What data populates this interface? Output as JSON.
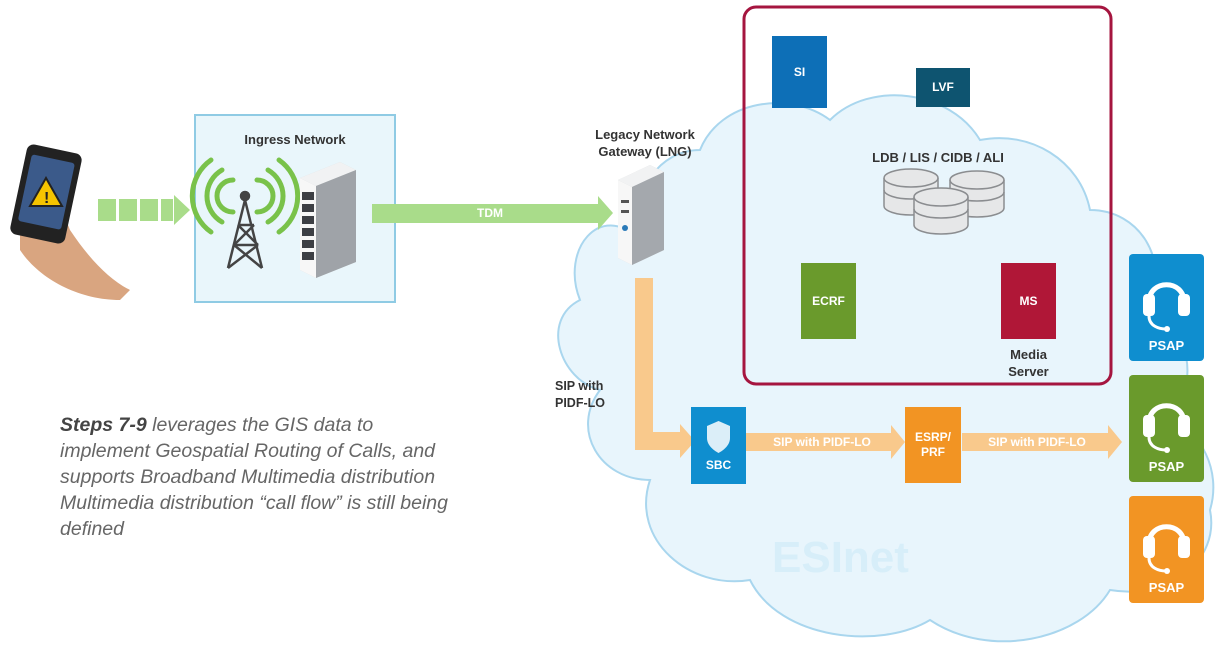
{
  "ingress": {
    "title": "Ingress Network"
  },
  "lng": {
    "title_line1": "Legacy Network",
    "title_line2": "Gateway (LNG)"
  },
  "flows": {
    "tdm": "TDM",
    "sip_line1": "SIP with",
    "sip_line2": "PIDF-LO",
    "sbc_to_esrp": "SIP with PIDF-LO",
    "esrp_to_psap": "SIP with PIDF-LO"
  },
  "nodes": {
    "si": "SI",
    "lvf": "LVF",
    "db": "LDB / LIS / CIDB / ALI",
    "ecrf": "ECRF",
    "ms": "MS",
    "media_server_line1": "Media",
    "media_server_line2": "Server",
    "sbc": "SBC",
    "esrp_line1": "ESRP/",
    "esrp_line2": "PRF"
  },
  "psaps": [
    {
      "label": "PSAP",
      "color": "#0f8ecf"
    },
    {
      "label": "PSAP",
      "color": "#6a9a2c"
    },
    {
      "label": "PSAP",
      "color": "#f29423"
    }
  ],
  "network_name": "ESInet",
  "note": {
    "bold": "Steps 7-9",
    "text": " leverages the GIS data to implement Geospatial Routing of Calls, and supports Broadband Multimedia distribution Multimedia distribution “call flow” is still being defined"
  },
  "colors": {
    "si": "#0d6fb7",
    "lvf": "#0e5470",
    "ecrf": "#6a9a2c",
    "ms": "#b01737",
    "sbc": "#0f8ecf",
    "esrp": "#f29423",
    "tdm_arrow": "#a9dc8a",
    "sip_arrow": "#f9c98c",
    "frame": "#a5153f",
    "cloud": "#e8f5fc"
  }
}
